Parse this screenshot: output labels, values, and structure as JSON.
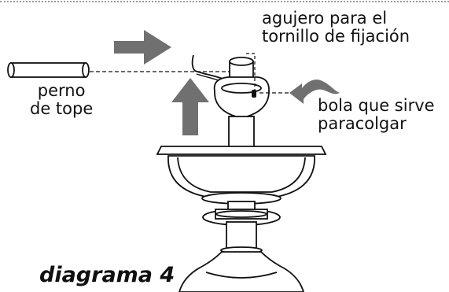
{
  "labels": {
    "hole_line1": "agujero para el",
    "hole_line2": "tornillo de fijación",
    "pin_line1": "perno",
    "pin_line2": "de tope",
    "ball_line1": "bola que sirve",
    "ball_line2": "paracolgar"
  },
  "caption": "diagrama 4",
  "colors": {
    "arrow": "#707070",
    "line": "#111111",
    "fill": "#ffffff",
    "border_dots": "#9a9a9a"
  },
  "icons": {
    "right_arrow": "right-arrow-icon",
    "up_arrow": "up-arrow-icon",
    "curved_arrow": "curved-arrow-icon"
  }
}
